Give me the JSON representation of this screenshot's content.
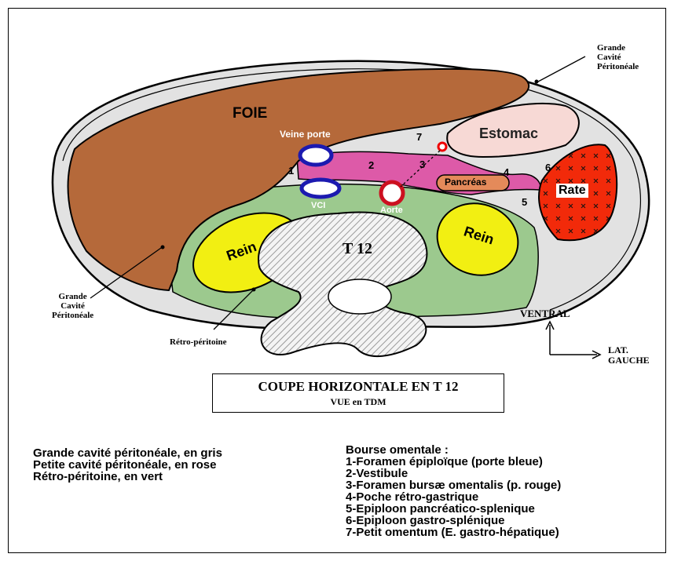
{
  "colors": {
    "peritoneal_gray": "#e2e2e2",
    "lesser_sac_pink": "#dd5aa8",
    "retroperitoneum_green": "#9cc98e",
    "liver_brown": "#b5693a",
    "kidney_yellow": "#f2ef12",
    "spleen_red": "#f22a0a",
    "stomach_pink": "#f7d9d5",
    "pancreas_orange": "#e48a5a",
    "portal_vein_blue": "#1c1ab0",
    "aorta_red": "#cc1020"
  },
  "organs": {
    "liver": "FOIE",
    "portal_vein": "Veine porte",
    "stomach": "Estomac",
    "pancreas": "Pancréas",
    "spleen": "Rate",
    "kidney_right": "Rein",
    "kidney_left": "Rein",
    "vertebra": "T 12",
    "ivc": "VCI",
    "aorta": "Aorte"
  },
  "numbers": {
    "n1": "1",
    "n2": "2",
    "n3": "3",
    "n4": "4",
    "n5": "5",
    "n6": "6",
    "n7": "7"
  },
  "callouts": {
    "grande_cavite_top": [
      "Grande",
      "Cavité",
      "Péritonéale"
    ],
    "grande_cavite_left": [
      "Grande",
      "Cavité",
      "Péritonéale"
    ],
    "retro_peritoine": "Rétro-péritoine"
  },
  "orientation": {
    "ventral": "VENTRAL",
    "lateral": [
      "LAT.",
      "GAUCHE"
    ]
  },
  "title": {
    "main": "COUPE HORIZONTALE EN T 12",
    "sub": "VUE en TDM"
  },
  "legend_left": [
    "Grande cavité péritonéale, en gris",
    "Petite cavité péritonéale, en rose",
    "Rétro-péritoine, en vert"
  ],
  "legend_right_title": "Bourse omentale :",
  "legend_right": [
    "1-Foramen épiploïque (porte bleue)",
    "2-Vestibule",
    "3-Foramen bursæ omentalis (p. rouge)",
    "4-Poche rétro-gastrique",
    "5-Epiploon pancréatico-splenique",
    "6-Epiploon gastro-splénique",
    "7-Petit omentum (E. gastro-hépatique)"
  ]
}
